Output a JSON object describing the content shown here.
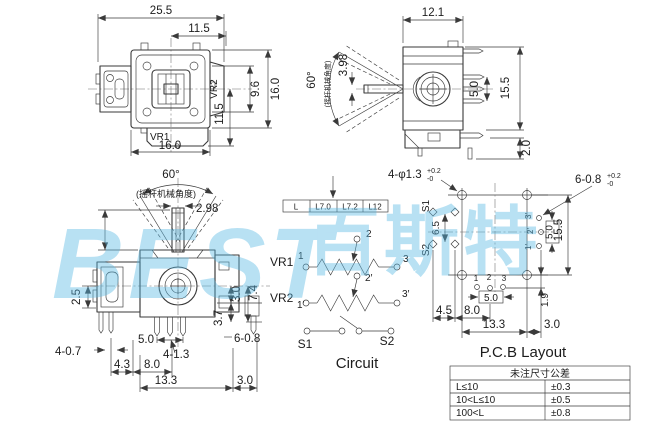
{
  "watermark": {
    "latin": "BEST",
    "cjk": "百斯特"
  },
  "top_view": {
    "dim_total_width": "25.5",
    "dim_half_width": "11.5",
    "dim_right_outer": "16.0",
    "dim_right_inner": "9.6",
    "dim_right_lower": "11.5",
    "dim_bottom_width": "16.0",
    "label_vr1": "VR1",
    "label_vr2": "VR2"
  },
  "side_view": {
    "dim_top_width": "12.1",
    "dim_shaft": "3.98",
    "angle": "60°",
    "angle_note": "(摇杆机械角度)",
    "dim_pin_pitch": "5.0",
    "dim_height": "15.5",
    "dim_pin_bottom": "2.0"
  },
  "front_view": {
    "angle": "60°",
    "angle_note": "(摇杆机械角度)",
    "dim_shaft_width": "2.98",
    "dim_left": "2.5",
    "dim_right_upper": "3.0",
    "dim_right_outer": "7.4",
    "dim_right_lower": "3.7",
    "note_side_pins": "4-0.7",
    "dim_pin_offset": "4.3",
    "dim_pin_center": "8.0",
    "dim_pin_pitch": "5.0",
    "note_bottom_pins": "4-1.3",
    "note_right_pin": "6-0.8",
    "dim_bottom_span": "13.3",
    "dim_bottom_right": "3.0"
  },
  "circuit": {
    "title": "Circuit",
    "length_table": [
      "L",
      "L7.0",
      "L7.2",
      "L12"
    ],
    "vr1": {
      "label": "VR1",
      "t1": "1",
      "t2": "2",
      "t3": "3"
    },
    "vr2": {
      "label": "VR2",
      "t1": "1′",
      "t2": "2′",
      "t3": "3′"
    },
    "s1": "S1",
    "s2": "S2"
  },
  "pcb": {
    "title": "P.C.B Layout",
    "hole_note_round": "4-φ1.3",
    "hole_note_round_plus": "+0.2",
    "hole_note_round_minus": "-0",
    "hole_note_square": "6-0.8",
    "hole_note_square_plus": "+0.2",
    "hole_note_square_minus": "-0",
    "label_s1": "S1",
    "label_s2": "S2",
    "dim_s_pitch": "6.5",
    "pins_bottom": [
      "1",
      "2",
      "3"
    ],
    "pins_right": [
      "1′",
      "2′",
      "3′"
    ],
    "dim_pitch_bottom": "5.0",
    "dim_pitch_right": "5.0",
    "dim_height": "15.5",
    "dim_1_9": "1.9",
    "dim_4_5": "4.5",
    "dim_8_0": "8.0",
    "dim_13_3": "13.3",
    "dim_3_0": "3.0"
  },
  "tolerance_table": {
    "header": "未注尺寸公差",
    "rows": [
      {
        "range": "L≤10",
        "tol": "±0.3"
      },
      {
        "range": "10<L≤10",
        "tol": "±0.5"
      },
      {
        "range": "100<L",
        "tol": "±0.8"
      }
    ]
  }
}
